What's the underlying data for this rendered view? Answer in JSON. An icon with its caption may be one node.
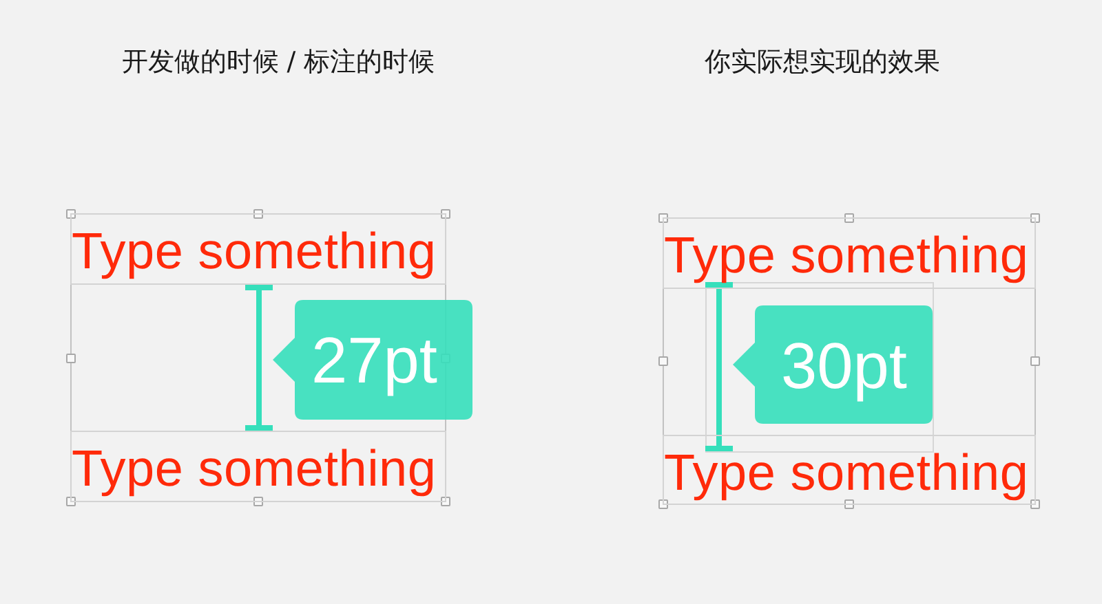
{
  "diagram": {
    "nodes": [
      {
        "text": [],
        "shape": "box"
      },
      {
        "text": [
          "Type something"
        ],
        "in": 0
      },
      {
        "text": [
          "Type something"
        ],
        "in": 0
      },
      {
        "text": [
          "27pt"
        ]
      },
      {
        "text": [],
        "shape": "box"
      },
      {
        "text": [
          "Type something"
        ],
        "in": 4
      },
      {
        "text": [
          "Type something"
        ],
        "in": 4
      },
      {
        "text": [
          "30pt"
        ],
        "in": 4
      }
    ],
    "labels": [
      "开发做的时候 / 标注的时候",
      "你实际想实现的效果"
    ]
  }
}
